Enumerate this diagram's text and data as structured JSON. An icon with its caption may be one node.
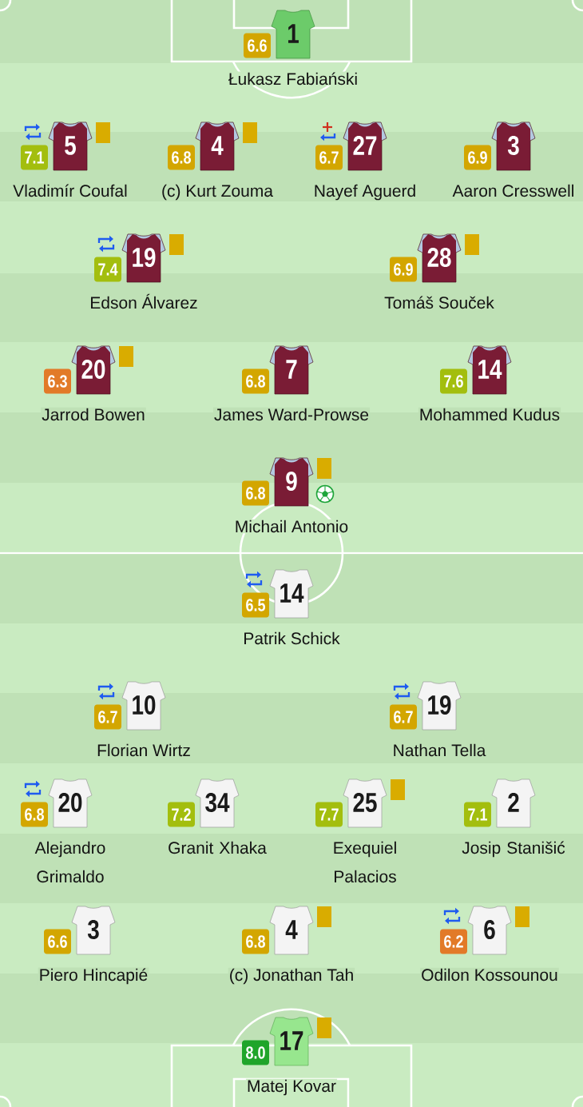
{
  "diagram": {
    "nodes": [
      {
        "text": [
          "6.6"
        ]
      },
      {
        "text": [
          "1"
        ],
        "beside": [
          "Łukasz Fabiański"
        ]
      },
      {
        "text": [
          "7.1"
        ]
      },
      {
        "text": [
          "5"
        ],
        "beside": [
          "Vladimír Coufal"
        ]
      },
      {
        "text": [
          "6.8"
        ]
      },
      {
        "text": [
          "4"
        ],
        "beside": [
          "(c) Kurt Zouma"
        ]
      },
      {
        "text": [
          "6.7"
        ]
      },
      {
        "text": [
          "27"
        ],
        "beside": [
          "Nayef Aguerd"
        ]
      },
      {
        "text": [
          "6.9"
        ]
      },
      {
        "text": [
          "3"
        ],
        "beside": [
          "Aaron Cresswell"
        ]
      },
      {
        "text": [
          "7.4"
        ]
      },
      {
        "text": [
          "19"
        ],
        "beside": [
          "Edson Álvarez"
        ]
      },
      {
        "text": [
          "6.9"
        ]
      },
      {
        "text": [
          "28"
        ],
        "beside": [
          "Tomáš Souček"
        ]
      },
      {
        "text": [
          "6.3"
        ]
      },
      {
        "text": [
          "20"
        ],
        "beside": [
          "Jarrod Bowen"
        ]
      },
      {
        "text": [
          "6.8"
        ]
      },
      {
        "text": [
          "7"
        ],
        "beside": [
          "James Ward-Prowse"
        ]
      },
      {
        "text": [
          "7.6"
        ]
      },
      {
        "text": [
          "14"
        ],
        "beside": [
          "Mohammed Kudus"
        ]
      },
      {
        "text": [
          "6.8"
        ]
      },
      {
        "text": [
          "9"
        ],
        "beside": [
          "Michail Antonio"
        ]
      },
      {
        "text": [
          "6.5"
        ]
      },
      {
        "text": [
          "14"
        ],
        "beside": [
          "Patrik Schick"
        ]
      },
      {
        "text": [
          "6.7"
        ]
      },
      {
        "text": [
          "10"
        ],
        "beside": [
          "Florian Wirtz"
        ]
      },
      {
        "text": [
          "6.7"
        ]
      },
      {
        "text": [
          "19"
        ],
        "beside": [
          "Nathan Tella"
        ]
      },
      {
        "text": [
          "6.8"
        ]
      },
      {
        "text": [
          "20"
        ],
        "beside": [
          "Alejandro Grimaldo"
        ]
      },
      {
        "text": [
          "7.2"
        ]
      },
      {
        "text": [
          "34"
        ],
        "beside": [
          "Granit Xhaka"
        ]
      },
      {
        "text": [
          "7.7"
        ]
      },
      {
        "text": [
          "25"
        ],
        "beside": [
          "Exequiel Palacios"
        ]
      },
      {
        "text": [
          "7.1"
        ]
      },
      {
        "text": [
          "2"
        ],
        "beside": [
          "Josip Stanišić"
        ]
      },
      {
        "text": [
          "6.6"
        ]
      },
      {
        "text": [
          "3"
        ],
        "beside": [
          "Piero Hincapié"
        ]
      },
      {
        "text": [
          "6.8"
        ]
      },
      {
        "text": [
          "4"
        ],
        "beside": [
          "(c) Jonathan Tah"
        ]
      },
      {
        "text": [
          "6.2"
        ]
      },
      {
        "text": [
          "6"
        ],
        "beside": [
          "Odilon Kossounou"
        ]
      },
      {
        "text": [
          "8.0"
        ]
      },
      {
        "text": [
          "17"
        ],
        "beside": [
          "Matej Kovar"
        ]
      }
    ]
  }
}
